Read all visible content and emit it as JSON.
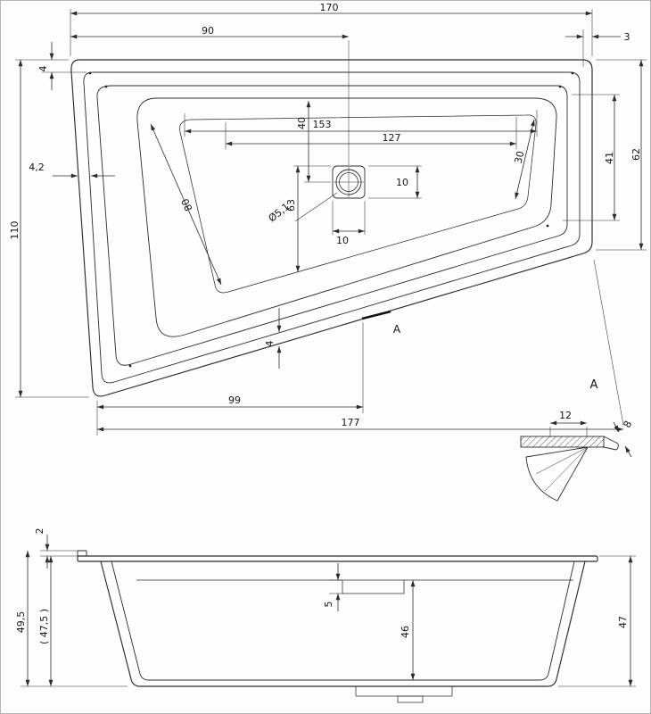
{
  "top_view": {
    "overall_width": "170",
    "left_to_drain": "90",
    "right_edge_gap": "3",
    "top_rim_gap": "4",
    "left_height": "110",
    "left_rim_gap": "4,2",
    "right_height": "62",
    "right_inner_height": "41",
    "corner_offset": "30",
    "inner_width_upper": "153",
    "inner_width_lower": "127",
    "drain_from_top": "40",
    "drain_left_depth": "63",
    "diagonal_length": "80",
    "drain_diameter": "Ø5,1",
    "drain_offset_vertical": "10",
    "drain_offset_horizontal": "10",
    "bottom_rim_gap": "4",
    "section_mark": "A",
    "bottom_left_99": "99",
    "bottom_total_177": "177"
  },
  "detail_a": {
    "label": "A",
    "rim_width": "12",
    "rim_thickness": "8"
  },
  "side_view": {
    "rim_lip": "2",
    "overall_height_left": "49,5",
    "height_in_brackets": "( 47,5 )",
    "ledge_depth": "5",
    "inner_depth": "46",
    "overall_height_right": "47"
  }
}
